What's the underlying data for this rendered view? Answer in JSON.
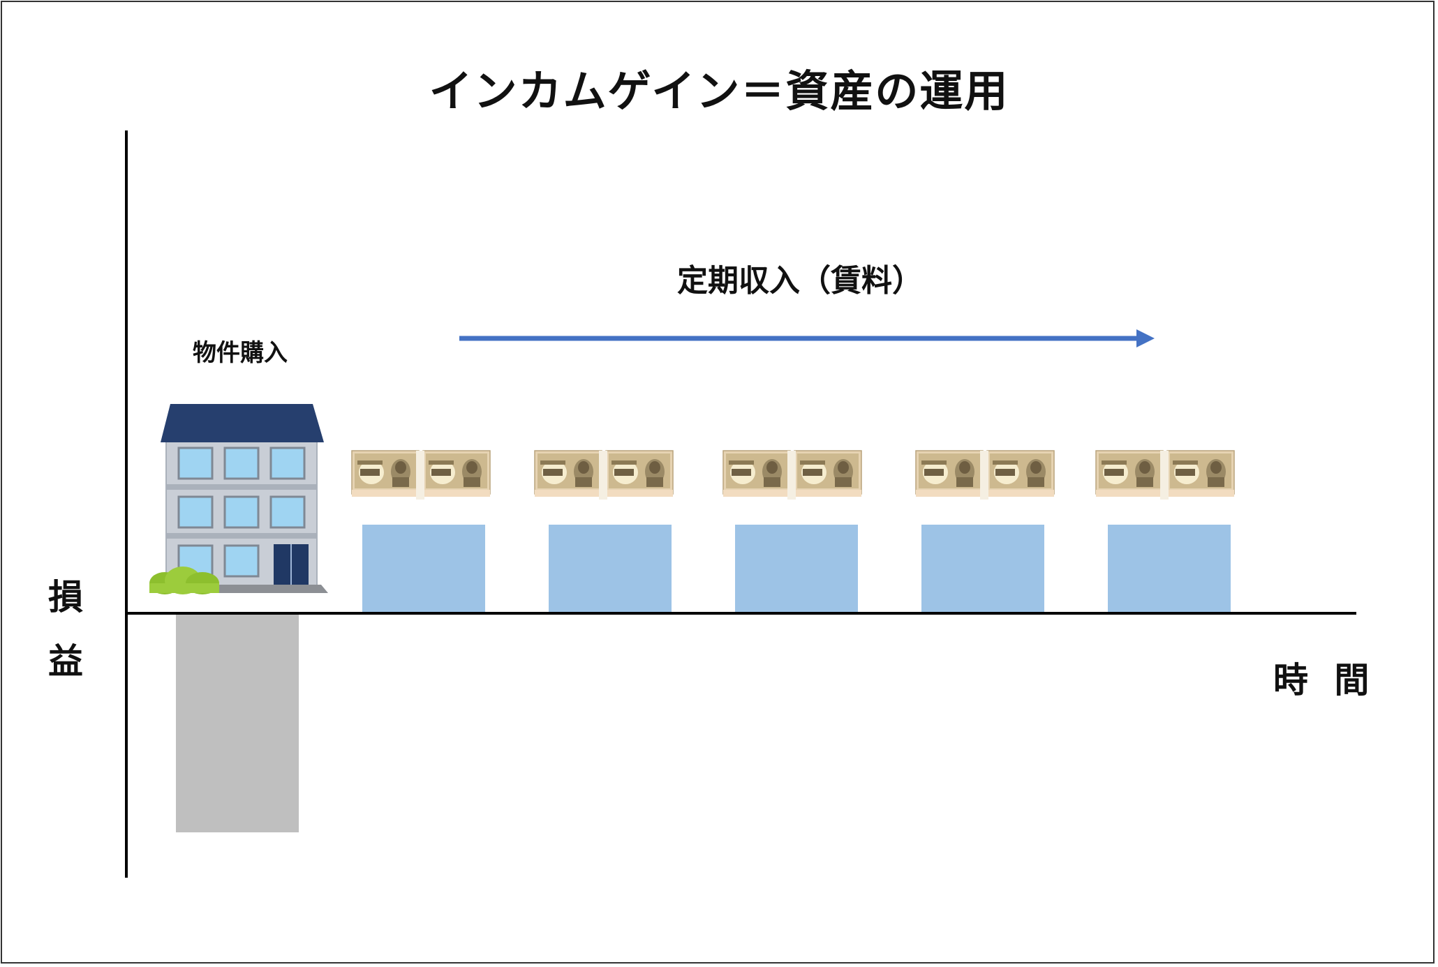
{
  "title": "インカムゲイン＝資産の運用",
  "labels": {
    "purchase": "物件購入",
    "income": "定期収入（賃料）",
    "y_axis": [
      "損",
      "益"
    ],
    "x_axis": "時 間"
  },
  "diagram": {
    "income_periods": 5,
    "colors": {
      "income_bar": "#9dc3e6",
      "purchase_bar": "#bfbfbf",
      "arrow": "#4472c4",
      "axis": "#000000",
      "roof": "#263f6e",
      "building": "#c9ced6",
      "window": "#9fd4f2",
      "door": "#203864",
      "bush": "#9ccc3c",
      "cash": "#e8d7b8"
    },
    "icons": [
      "apartment-building-icon",
      "cash-bundle-icon"
    ]
  }
}
